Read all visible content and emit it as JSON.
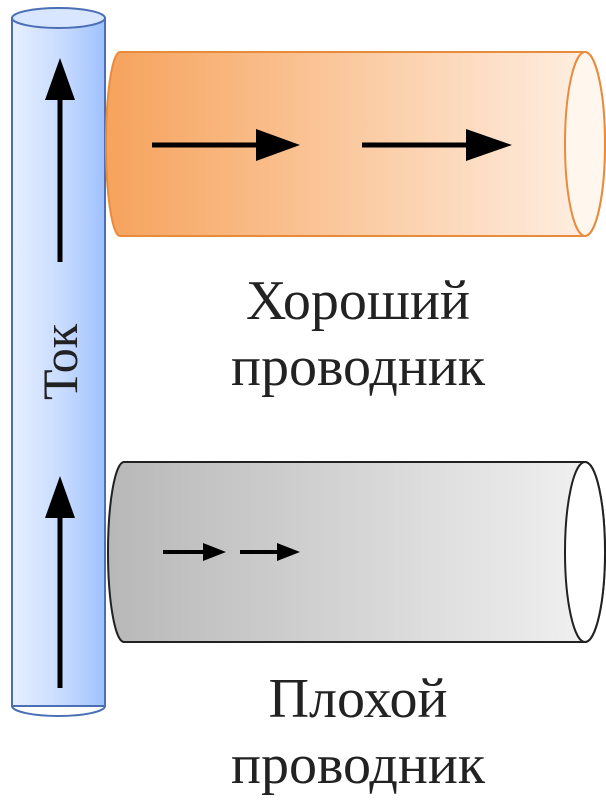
{
  "current_label": "Ток",
  "good_conductor": {
    "line1": "Хороший",
    "line2": "проводник"
  },
  "bad_conductor": {
    "line1": "Плохой",
    "line2": "проводник"
  },
  "colors": {
    "current_wire_light": "#e6efff",
    "current_wire_dark": "#9fc1ff",
    "current_wire_stroke": "#4a6fb5",
    "good_conductor_dark": "#f6a35c",
    "good_conductor_light": "#fff1e6",
    "good_conductor_stroke": "#e88b3d",
    "bad_conductor_dark": "#b8b8b8",
    "bad_conductor_light": "#f2f2f2",
    "bad_conductor_stroke": "#222222",
    "arrow": "#000000"
  }
}
